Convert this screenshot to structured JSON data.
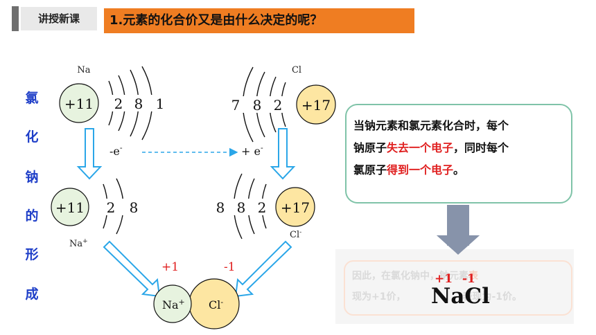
{
  "header": {
    "section_label": "讲授新课",
    "title": "1.元素的化合价又是由什么决定的呢？"
  },
  "side_title": [
    "氯",
    "化",
    "钠",
    "的",
    "形",
    "成"
  ],
  "na_atom": {
    "symbol": "Na",
    "nucleus": "+11",
    "shells": [
      "2",
      "8",
      "1"
    ]
  },
  "cl_atom": {
    "symbol": "Cl",
    "nucleus": "+17",
    "shells": [
      "7",
      "8",
      "2"
    ]
  },
  "transfer": {
    "lose": "-e",
    "lose_sup": "-",
    "gain": "+ e",
    "gain_sup": "-"
  },
  "na_ion": {
    "symbol": "Na",
    "sup": "+",
    "nucleus": "+11",
    "shells": [
      "2",
      "8"
    ]
  },
  "cl_ion": {
    "symbol": "Cl",
    "sup": "-",
    "nucleus": "+17",
    "shells": [
      "8",
      "8",
      "2"
    ]
  },
  "compound_charges": {
    "na": "+1",
    "cl": "-1"
  },
  "product": {
    "na_symbol": "Na",
    "na_sup": "+",
    "cl_symbol": "Cl",
    "cl_sup": "-"
  },
  "callout": {
    "p1": "当钠元素和氯元素化合时，每个",
    "p2": "钠原子",
    "p2_hl": "失去一个电子",
    "p2_end": "，同时每个",
    "p3": "氯原子",
    "p3_hl": "得到一个电子",
    "p3_end": "。"
  },
  "ghost_text": {
    "line1": "因此，在氯化钠中，钠元素",
    "line1_end": "表",
    "line2_start": "现为+1价，",
    "line2_end": "表现为-1价。"
  },
  "formula": {
    "text": "NaCl",
    "na_charge": "+1",
    "cl_charge": "-1"
  },
  "colors": {
    "title_bg": "#ef7d22",
    "na_fill": "#e7f3df",
    "cl_fill": "#fde6a2",
    "arrow_blue": "#2aa6e8",
    "side_title": "#1e3ec8",
    "highlight_red": "#e02020",
    "callout_border": "#7fc3a8",
    "down_arrow": "#8793aa"
  }
}
